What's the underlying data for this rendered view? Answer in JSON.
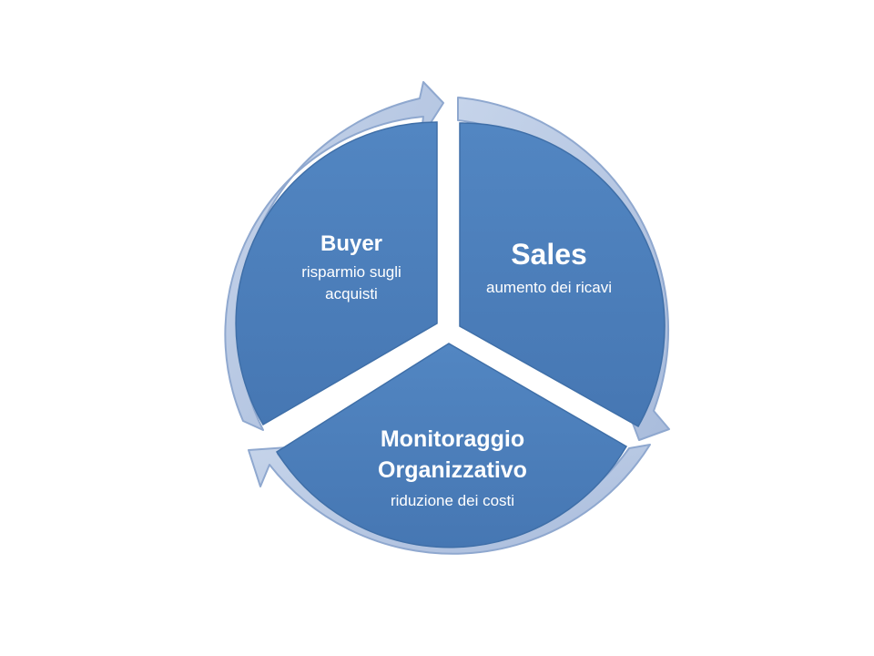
{
  "colors": {
    "segment_fill": "#4f81bd",
    "segment_edge": "#3f6fa8",
    "arrow_fill": "#b9c9e3",
    "arrow_edge": "#8fa8cf",
    "text": "#ffffff",
    "background": "#ffffff"
  },
  "segments": [
    {
      "title": "Sales",
      "subtitle_lines": [
        "aumento dei ricavi"
      ]
    },
    {
      "title_lines": [
        "Monitoraggio",
        "Organizzativo"
      ],
      "subtitle_lines": [
        "riduzione dei costi"
      ]
    },
    {
      "title": "Buyer",
      "subtitle_lines": [
        "risparmio sugli",
        "acquisti"
      ]
    }
  ]
}
